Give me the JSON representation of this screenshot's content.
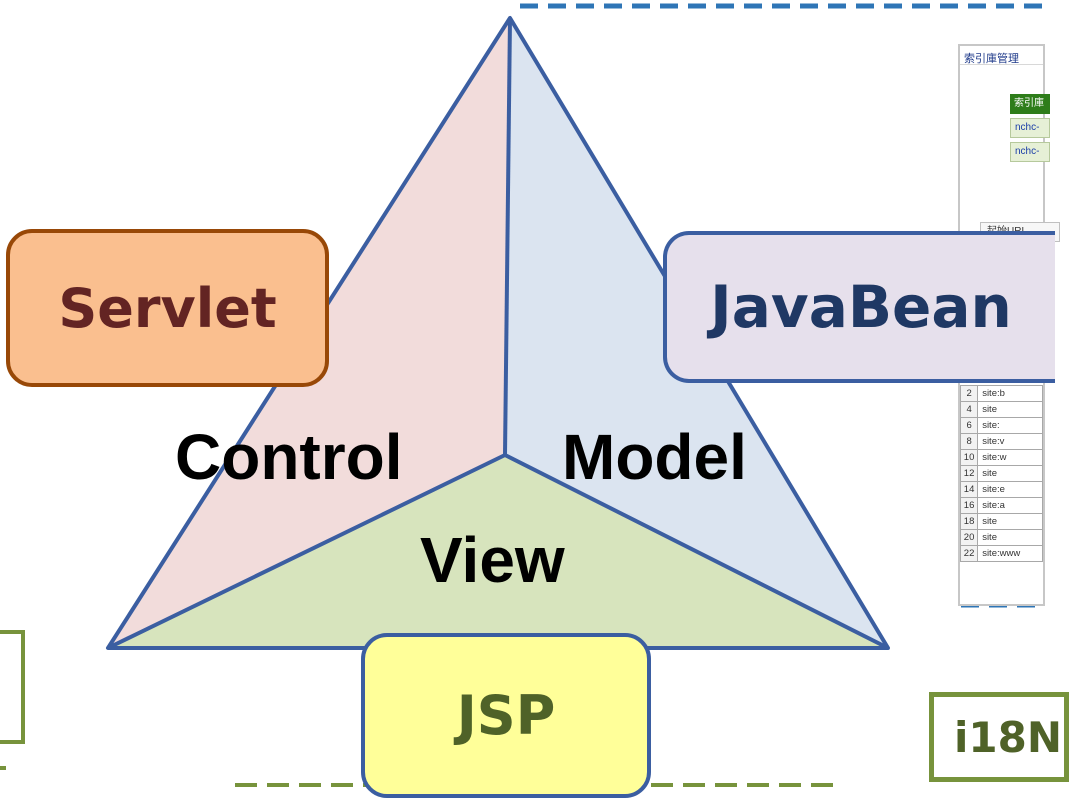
{
  "labels": {
    "control": "Control",
    "model": "Model",
    "view": "View"
  },
  "boxes": {
    "servlet": "Servlet",
    "javabean": "JavaBean",
    "jsp": "JSP",
    "i18n": "i18N"
  },
  "screenshot": {
    "title": "索引庫管理",
    "green_header": "索引庫",
    "links": [
      "nchc-",
      "nchc-"
    ],
    "url_header": "起始URL",
    "rows": [
      {
        "n": "2",
        "site": "site:b"
      },
      {
        "n": "4",
        "site": "site"
      },
      {
        "n": "6",
        "site": "site:"
      },
      {
        "n": "8",
        "site": "site:v"
      },
      {
        "n": "10",
        "site": "site:w"
      },
      {
        "n": "12",
        "site": "site"
      },
      {
        "n": "14",
        "site": "site:e"
      },
      {
        "n": "16",
        "site": "site:a"
      },
      {
        "n": "18",
        "site": "site"
      },
      {
        "n": "20",
        "site": "site"
      },
      {
        "n": "22",
        "site": "site:www"
      }
    ]
  },
  "colors": {
    "control_face": "#f2dcdb",
    "model_face": "#dbe4f0",
    "view_face": "#d7e4bd",
    "triangle_edge": "#3b5ea1",
    "servlet_fill": "#fabf8f",
    "servlet_border": "#984807",
    "servlet_text": "#632423",
    "javabean_fill": "#e6e0ec",
    "javabean_border": "#3b5ea1",
    "javabean_text": "#1f3864",
    "jsp_fill": "#ffff99",
    "jsp_border": "#3b5ea1",
    "jsp_text": "#4f6228",
    "dash_blue": "#2e75b6",
    "dash_green": "#77933c"
  }
}
